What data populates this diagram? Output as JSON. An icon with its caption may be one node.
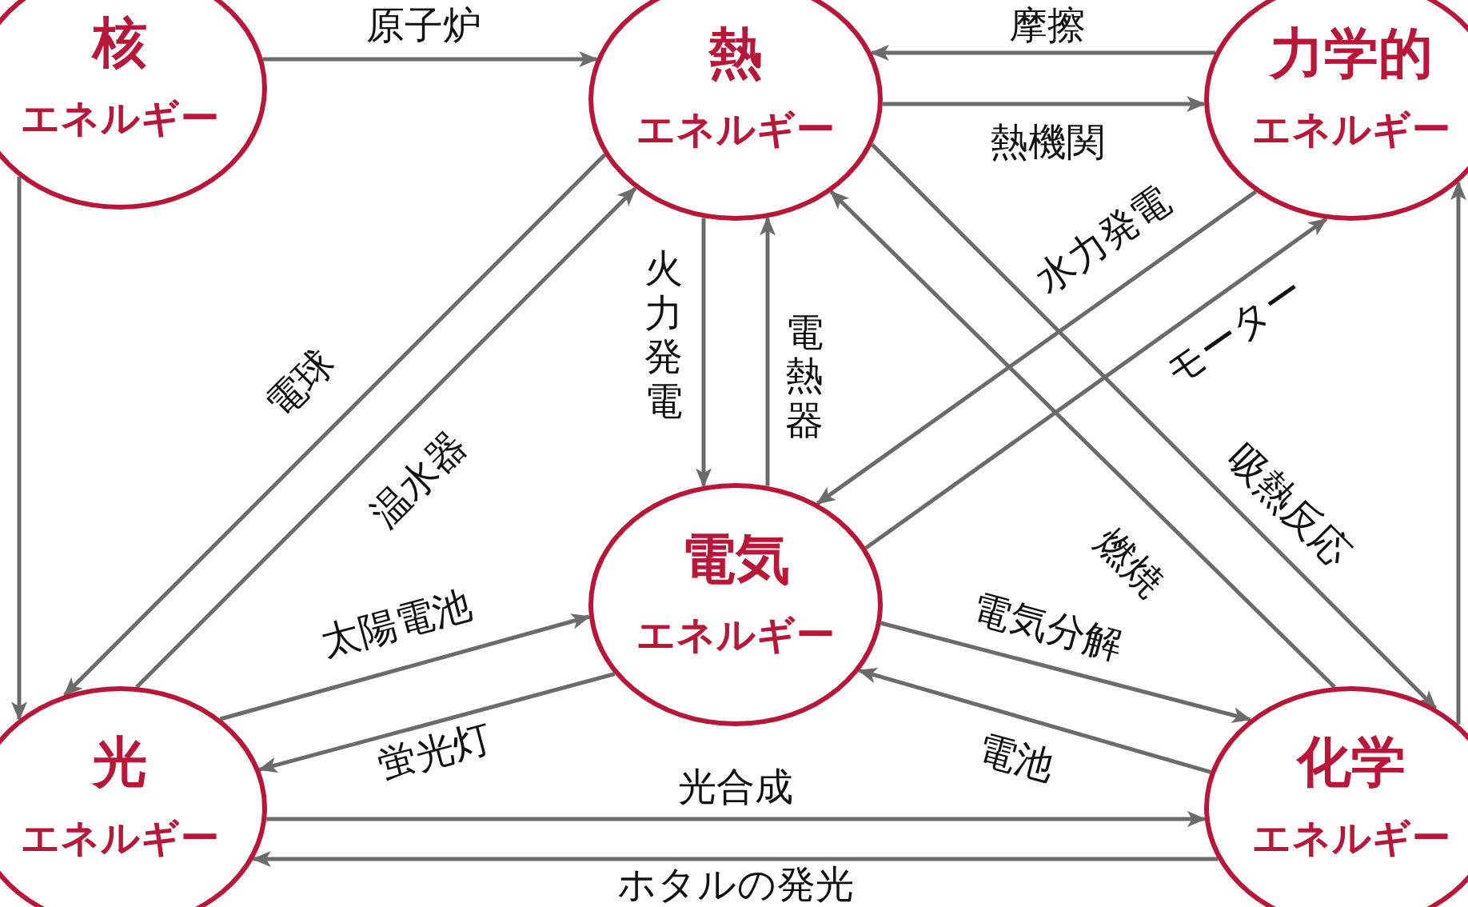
{
  "diagram": {
    "nodes": [
      {
        "text": [
          "核",
          "エネルギー"
        ]
      },
      {
        "text": [
          "熱",
          "エネルギー"
        ]
      },
      {
        "text": [
          "力学的",
          "エネルギー"
        ]
      },
      {
        "text": [
          "電気",
          "エネルギー"
        ]
      },
      {
        "text": [
          "光",
          "エネルギー"
        ]
      },
      {
        "text": [
          "化学",
          "エネルギー"
        ]
      }
    ],
    "edges": [
      {
        "from": 0,
        "to": 1,
        "arrow": "to",
        "label": "原子炉"
      },
      {
        "from": 2,
        "to": 1,
        "arrow": "to",
        "label": "摩擦"
      },
      {
        "from": 1,
        "to": 2,
        "arrow": "to",
        "label": "熱機関"
      },
      {
        "from": 1,
        "to": 3,
        "arrow": "to",
        "label": "火力発電"
      },
      {
        "from": 3,
        "to": 1,
        "arrow": "to",
        "label": "電熱器"
      },
      {
        "from": 1,
        "to": 4,
        "arrow": "to",
        "label": "電球"
      },
      {
        "from": 4,
        "to": 1,
        "arrow": "to",
        "label": "温水器"
      },
      {
        "from": 4,
        "to": 3,
        "arrow": "to",
        "label": "太陽電池"
      },
      {
        "from": 3,
        "to": 4,
        "arrow": "to",
        "label": "蛍光灯"
      },
      {
        "from": 4,
        "to": 5,
        "arrow": "to",
        "label": "光合成"
      },
      {
        "from": 5,
        "to": 4,
        "arrow": "to",
        "label": "ホタルの発光"
      },
      {
        "from": 3,
        "to": 5,
        "arrow": "to",
        "label": "電気分解"
      },
      {
        "from": 5,
        "to": 3,
        "arrow": "to",
        "label": "電池"
      },
      {
        "from": 5,
        "to": 1,
        "arrow": "to",
        "label": "燃焼"
      },
      {
        "from": 1,
        "to": 5,
        "arrow": "to",
        "label": "吸熱反応"
      },
      {
        "from": 2,
        "to": 3,
        "arrow": "to",
        "label": "水力発電"
      },
      {
        "from": 3,
        "to": 2,
        "arrow": "to",
        "label": "モーター"
      },
      {
        "from": 0,
        "to": 4,
        "arrow": "to"
      },
      {
        "from": 5,
        "to": 2,
        "arrow": "to"
      }
    ]
  }
}
